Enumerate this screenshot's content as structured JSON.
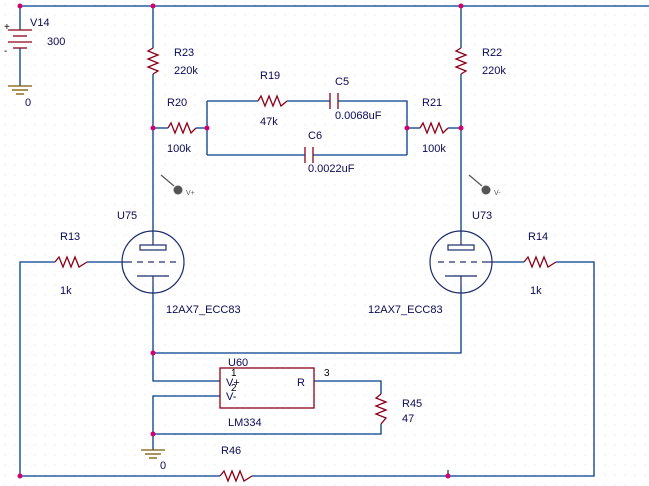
{
  "colors": {
    "wire": "#003c8c",
    "component": "#8c0018",
    "ground": "#7a5a00",
    "junction": "#d0006e",
    "label": "#0a0a55",
    "grid_dot": "#d8d8d8"
  },
  "labels": {
    "v14_name": "V14",
    "v14_value": "300",
    "gnd_top": "0",
    "gnd_bottom": "0",
    "r23_name": "R23",
    "r23_value": "220k",
    "r22_name": "R22",
    "r22_value": "220k",
    "r19_name": "R19",
    "r19_value": "47k",
    "c5_name": "C5",
    "c5_value": "0.0068uF",
    "r20_name": "R20",
    "r20_value": "100k",
    "r21_name": "R21",
    "r21_value": "100k",
    "c6_name": "C6",
    "c6_value": "0.0022uF",
    "u75_name": "U75",
    "u73_name": "U73",
    "r13_name": "R13",
    "r13_value": "1k",
    "r14_name": "R14",
    "r14_value": "1k",
    "u75_type": "12AX7_ECC83",
    "u73_type": "12AX7_ECC83",
    "u60_name": "U60",
    "u60_pin1": "1",
    "u60_pin2": "2",
    "u60_pin3": "3",
    "u60_vplus": "V+",
    "u60_vminus": "V-",
    "u60_r": "R",
    "u60_type": "LM334",
    "r45_name": "R45",
    "r45_value": "47",
    "r46_name": "R46",
    "probe_left": "V+",
    "probe_right": "V-"
  }
}
